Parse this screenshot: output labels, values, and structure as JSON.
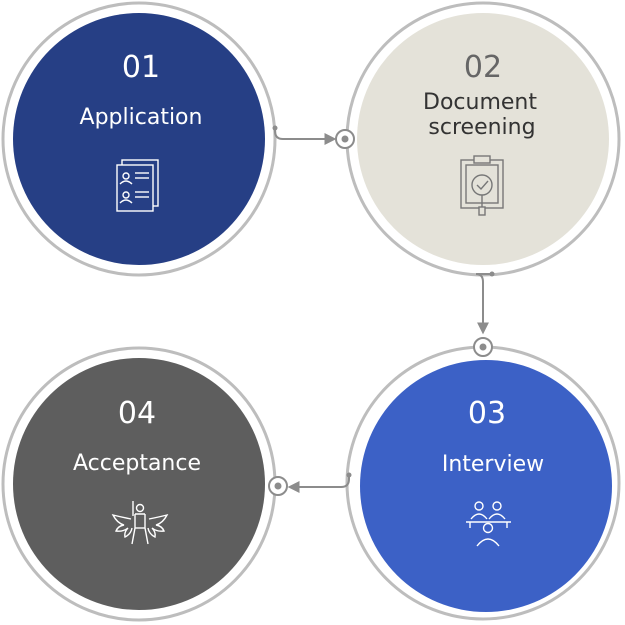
{
  "steps": [
    {
      "number": "01",
      "label_lines": [
        "Application"
      ],
      "icon": "application-form-icon",
      "fill": "#263f85",
      "text_color": "#ffffff",
      "number_color": "#ffffff"
    },
    {
      "number": "02",
      "label_lines": [
        "Document",
        "screening"
      ],
      "icon": "clipboard-check-icon",
      "fill": "#e4e2d9",
      "text_color": "#333333",
      "number_color": "#666666"
    },
    {
      "number": "03",
      "label_lines": [
        "Interview"
      ],
      "icon": "interview-people-icon",
      "fill": "#3c61c6",
      "text_color": "#ffffff",
      "number_color": "#ffffff"
    },
    {
      "number": "04",
      "label_lines": [
        "Acceptance"
      ],
      "icon": "acceptance-figure-icon",
      "fill": "#5e5e5e",
      "text_color": "#ffffff",
      "number_color": "#ffffff"
    }
  ],
  "colors": {
    "ring": "#bdbdbd",
    "arrow": "#8c8c8c",
    "background": "#ffffff"
  }
}
